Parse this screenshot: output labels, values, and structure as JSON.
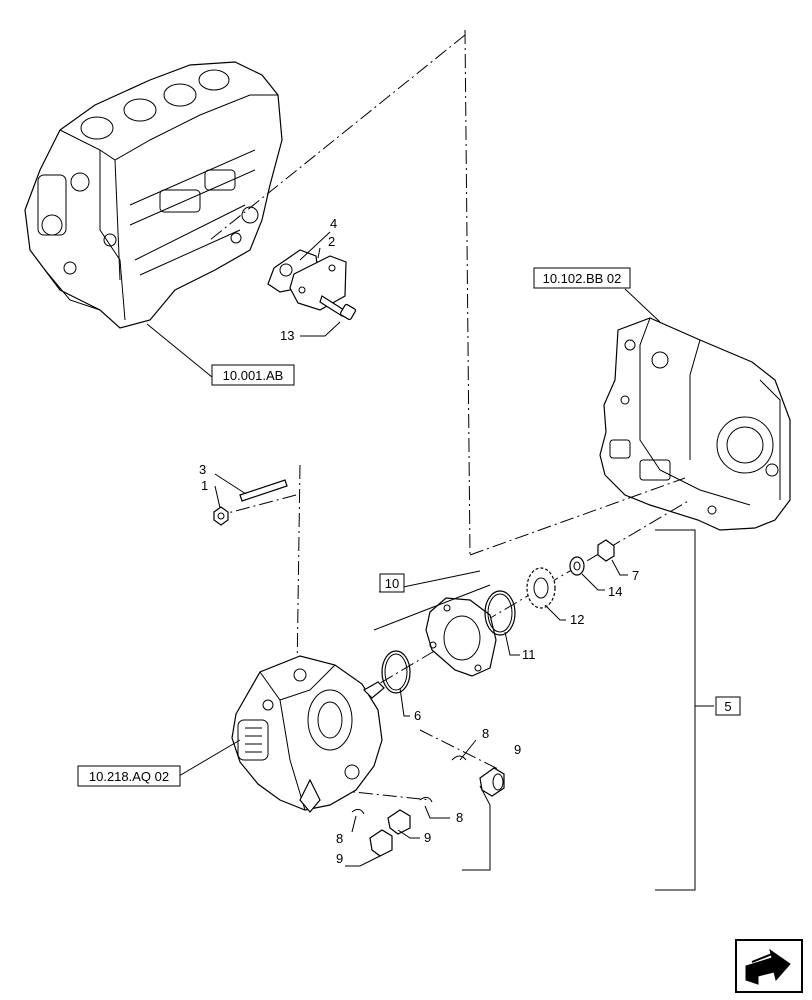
{
  "references": {
    "engine_block": "10.001.AB",
    "gear_housing": "10.102.BB 02",
    "injection_pump": "10.218.AQ 02"
  },
  "callouts": {
    "c1": "1",
    "c2": "2",
    "c3": "3",
    "c4": "4",
    "c5": "5",
    "c6": "6",
    "c7": "7",
    "c8a": "8",
    "c8b": "8",
    "c8c": "8",
    "c9a": "9",
    "c9b": "9",
    "c9c": "9",
    "c10": "10",
    "c11": "11",
    "c12": "12",
    "c13": "13",
    "c14": "14"
  },
  "navigation": {
    "icon": "next-page-arrow-icon"
  }
}
